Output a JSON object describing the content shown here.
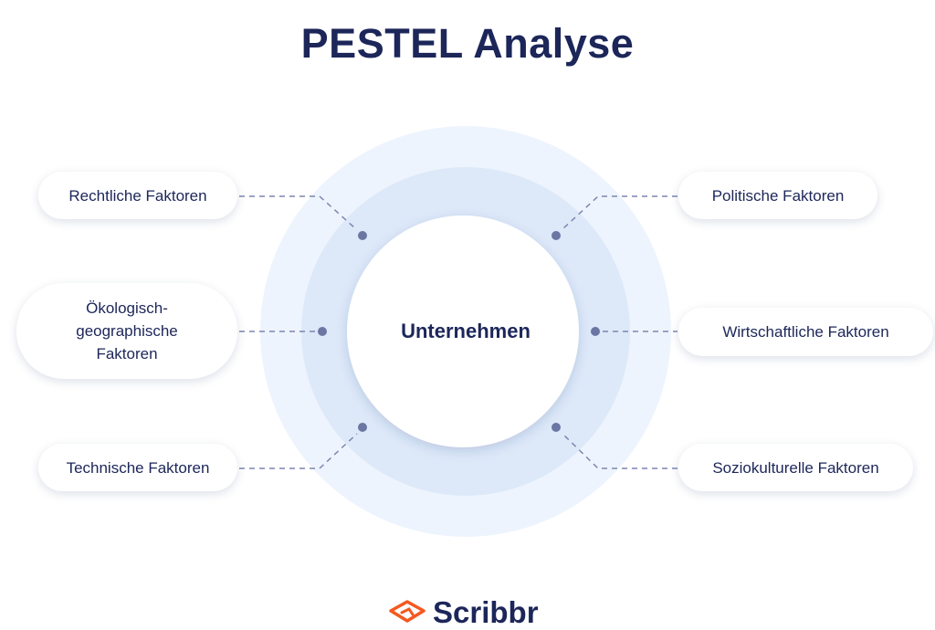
{
  "title": "PESTEL Analyse",
  "center": "Unternehmen",
  "factors": {
    "rechtliche": "Rechtliche Faktoren",
    "oekologische": "Ökologisch-geographische Faktoren",
    "technische": "Technische Faktoren",
    "politische": "Politische Faktoren",
    "wirtschaftliche": "Wirtschaftliche Faktoren",
    "soziokulturelle": "Soziokulturelle Faktoren"
  },
  "oeko_lines": [
    "Ökologisch-",
    "geographische",
    "Faktoren"
  ],
  "logo": "Scribbr",
  "colors": {
    "navy": "#1c2659",
    "orange": "#f5591f",
    "dot": "#6b76a3"
  }
}
